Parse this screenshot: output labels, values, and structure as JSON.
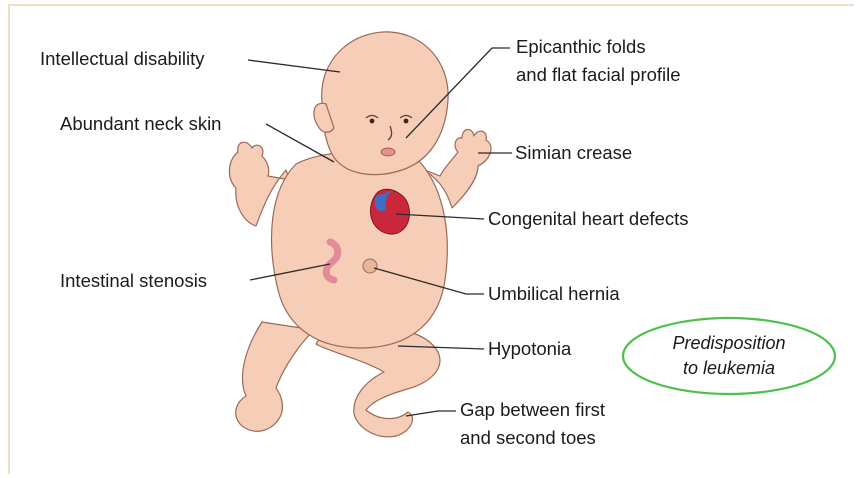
{
  "labels": {
    "intellectual_disability": "Intellectual disability",
    "abundant_neck_skin": "Abundant neck skin",
    "intestinal_stenosis": "Intestinal stenosis",
    "epicanthic_line1": "Epicanthic folds",
    "epicanthic_line2": "and flat facial profile",
    "simian_crease": "Simian crease",
    "congenital_heart": "Congenital heart defects",
    "umbilical_hernia": "Umbilical hernia",
    "hypotonia": "Hypotonia",
    "gap_line1": "Gap between first",
    "gap_line2": "and second toes"
  },
  "callout": {
    "line1": "Predisposition",
    "line2": "to leukemia"
  },
  "colors": {
    "skin": "#f6cdb7",
    "skin_shadow": "#e7a98f",
    "outline": "#8a5a4a",
    "heart_red": "#c8283a",
    "heart_blue": "#3d6fc4",
    "intestine": "#e38b96",
    "oval": "#4cc04a",
    "frame": "#f1dfc3"
  }
}
